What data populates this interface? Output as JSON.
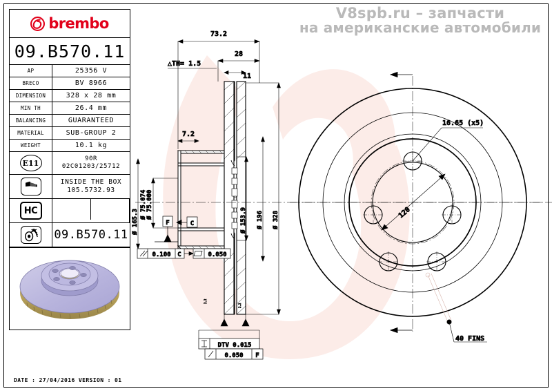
{
  "document": {
    "kind": "technical-drawing",
    "date_line": "DATE : 27/04/2016 VERSION : 01"
  },
  "watermark": {
    "line1": "V8spb.ru – запчасти",
    "line2": "на американские автомобили",
    "color": "#b9b9b9",
    "background_mark_color": "#f0a79a"
  },
  "brand": {
    "name": "brembo",
    "color": "#e2001a",
    "logo_icon": "brembo-circle-b-icon"
  },
  "part": {
    "code": "09.B570.11",
    "code_repeat": "09.B570.11"
  },
  "spec_table": {
    "rows": [
      {
        "label": "AP",
        "value": "25356 V"
      },
      {
        "label": "BRECO",
        "value": "BV 8966"
      },
      {
        "label": "DIMENSION",
        "value": "328 x 28 mm"
      },
      {
        "label": "MIN TH",
        "value": "26.4 mm"
      },
      {
        "label": "BALANCING",
        "value": "GUARANTEED"
      },
      {
        "label": "MATERIAL",
        "value": "SUB-GROUP 2"
      },
      {
        "label": "WEIGHT",
        "value": "10.1 kg"
      }
    ],
    "homologation": {
      "badge": "E11",
      "line1": "90R",
      "line2": "02C01203/25712"
    },
    "inside_box": {
      "icon": "screw-icon",
      "line1": "INSIDE THE BOX",
      "line2": "105.5732.93"
    },
    "hc_badge": "HC",
    "disc_icon_row": {
      "icon": "brake-disc-icon",
      "value": "09.B570.11"
    },
    "product_photo": "brake-disc-render"
  },
  "section_view": {
    "dims": {
      "overall_width": "73.2",
      "hat_width": "28",
      "delta_th": "△TH= 1.5",
      "inner_width": "11",
      "flange_th": "7.2",
      "bore_dia_top": "Ø 75.074",
      "bore_dia_bottom": "Ø 75.000",
      "hat_dia": "Ø 165.3",
      "vent_dia": "Ø 153.9",
      "mid_dia": "Ø 196",
      "outer_dia": "Ø 328",
      "small_left": "2.2",
      "small_right": "2.2"
    },
    "datums": {
      "f": "F",
      "c": "C"
    },
    "tolerances": [
      {
        "symbol": "//",
        "value": "0.100",
        "datum": "C"
      },
      {
        "symbol": "▱",
        "value": "0.050",
        "datum": ""
      },
      {
        "symbol": "DTV",
        "value": "DTV 0.015",
        "datum": ""
      },
      {
        "symbol": "/",
        "value": "0.050",
        "datum": "F"
      }
    ]
  },
  "face_view": {
    "bolt_hole_note": "16.65 (x5)",
    "pcd": "120",
    "fins_note": "40 FINS",
    "bolt_hole_count": 5
  }
}
